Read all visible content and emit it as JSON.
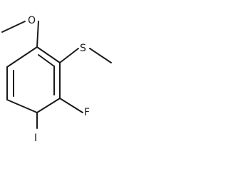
{
  "molecule": {
    "atoms": {
      "oxygen": "O",
      "sulfur": "S",
      "fluorine": "F",
      "iodine": "I"
    },
    "colors": {
      "bond": "#1a1a1a",
      "background": "#ffffff"
    }
  }
}
